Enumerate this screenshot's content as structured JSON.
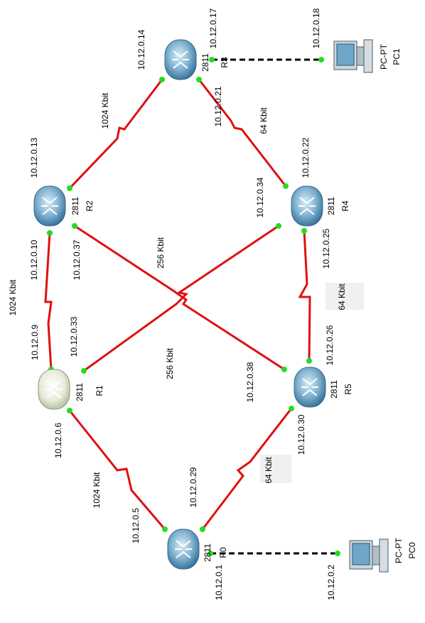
{
  "diagram": {
    "devices": {
      "R0": {
        "name": "R0",
        "model": "2811"
      },
      "R1": {
        "name": "R1",
        "model": "2811"
      },
      "R2": {
        "name": "R2",
        "model": "2811"
      },
      "R3": {
        "name": "R3",
        "model": "2811"
      },
      "R4": {
        "name": "R4",
        "model": "2811"
      },
      "R5": {
        "name": "R5",
        "model": "2811"
      },
      "PC0": {
        "name": "PC0",
        "model": "PC-PT"
      },
      "PC1": {
        "name": "PC1",
        "model": "PC-PT"
      }
    },
    "links": {
      "r0_r1": {
        "bandwidth": "1024 Kbit",
        "ip_a": "10.12.0.5",
        "ip_b": "10.12.0.6"
      },
      "r0_r5": {
        "bandwidth": "64 Kbit",
        "ip_a": "10.12.0.29",
        "ip_b": "10.12.0.30"
      },
      "r1_r2": {
        "bandwidth": "1024 Kbit",
        "ip_a": "10.12.0.9",
        "ip_b": "10.12.0.10"
      },
      "r1_r4": {
        "bandwidth": "256 Kbit",
        "ip_a": "10.12.0.33",
        "ip_b": "10.12.0.34"
      },
      "r2_r5": {
        "bandwidth": "256 Kbit",
        "ip_a": "10.12.0.37",
        "ip_b": "10.12.0.38"
      },
      "r2_r3": {
        "bandwidth": "1024 Kbit",
        "ip_a": "10.12.0.13",
        "ip_b": "10.12.0.14"
      },
      "r3_r4": {
        "bandwidth": "64 Kbit",
        "ip_a": "10.12.0.21",
        "ip_b": "10.12.0.22"
      },
      "r4_r5": {
        "bandwidth": "64 Kbit",
        "ip_a": "10.12.0.25",
        "ip_b": "10.12.0.26"
      },
      "r0_pc0": {
        "ip_a": "10.12.0.1",
        "ip_b": "10.12.0.2"
      },
      "r3_pc1": {
        "ip_a": "10.12.0.17",
        "ip_b": "10.12.0.18"
      }
    },
    "colors": {
      "serial": "#e01010",
      "ethernet": "#000000",
      "port": "#22dd22"
    }
  }
}
